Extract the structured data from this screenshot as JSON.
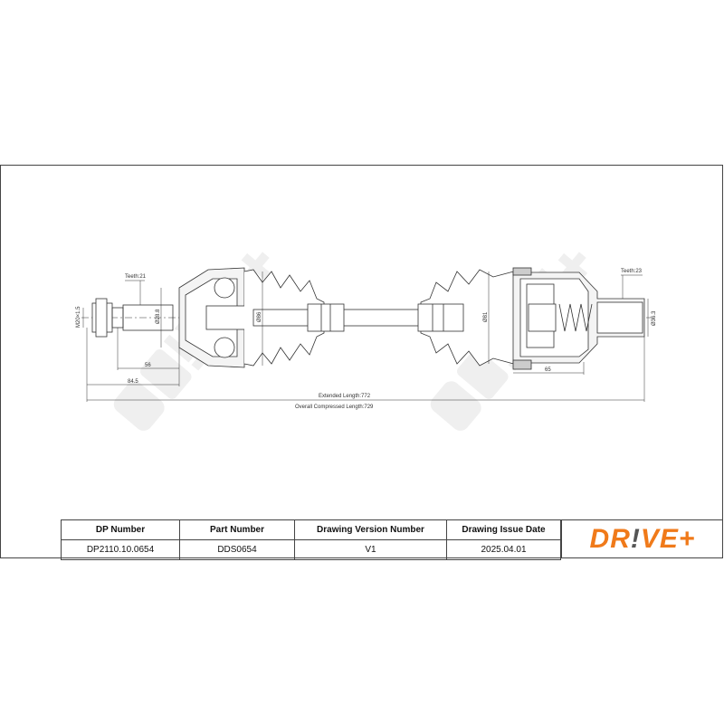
{
  "drawing": {
    "teeth_left": "Teeth:21",
    "teeth_right": "Teeth:23",
    "thread": "M20×1.5",
    "dia_left_spline": "Ø28.8",
    "dia_left_boot": "Ø86",
    "dia_right_boot": "Ø81",
    "dia_right_spline": "Ø36.3",
    "len_56": "56",
    "len_84_5": "84.5",
    "len_65": "65",
    "extended_length": "Extended  Length:772",
    "compressed_length": "Overall  Compressed  Length:729",
    "watermark": "DR!VE+"
  },
  "table": {
    "headers": [
      "DP Number",
      "Part Number",
      "Drawing Version Number",
      "Drawing Issue Date"
    ],
    "values": [
      "DP2110.10.0654",
      "DDS0654",
      "V1",
      "2025.04.01"
    ]
  },
  "logo": {
    "text_a": "DR",
    "text_b": "!",
    "text_c": "VE+",
    "color": "#f07a1a"
  }
}
